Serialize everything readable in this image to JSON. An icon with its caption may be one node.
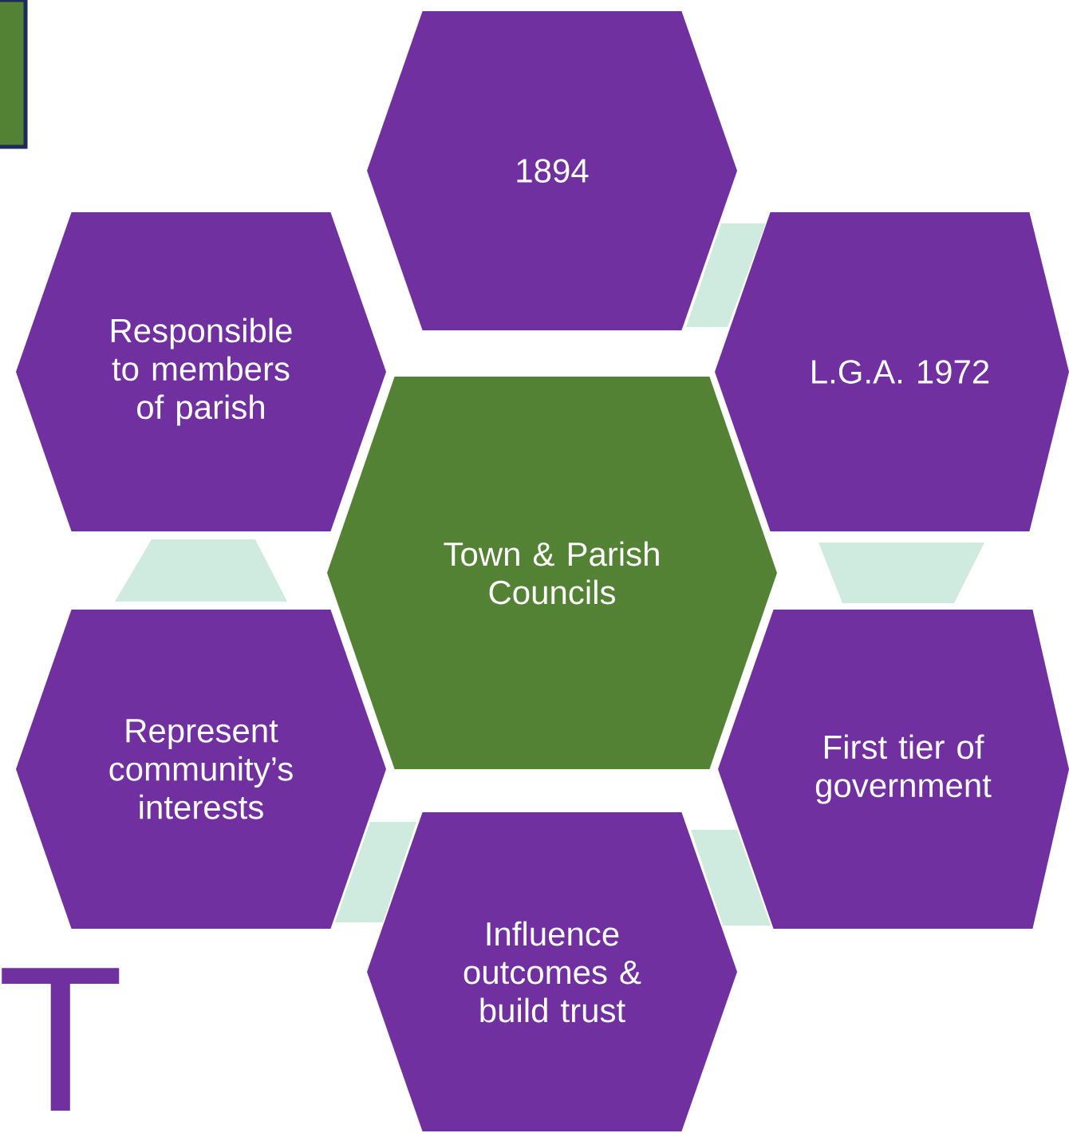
{
  "diagram": {
    "nodes": [
      {
        "text": [
          "1894"
        ]
      },
      {
        "text": [
          "L.G.A. 1972"
        ]
      },
      {
        "text": [
          "First tier of government"
        ]
      },
      {
        "text": [
          "Influence outcomes & build trust"
        ]
      },
      {
        "text": [
          "Represent community’s interests"
        ]
      },
      {
        "text": [
          "Responsible to members of parish"
        ]
      },
      {
        "text": [
          "Town & Parish Councils"
        ]
      },
      {
        "text": [],
        "shape": "trapezoid"
      },
      {
        "text": [],
        "shape": "trapezoid"
      },
      {
        "text": [],
        "shape": "trapezoid"
      },
      {
        "text": [],
        "shape": "trapezoid"
      },
      {
        "text": [],
        "shape": "trapezoid"
      }
    ],
    "labels": [
      "T"
    ]
  }
}
